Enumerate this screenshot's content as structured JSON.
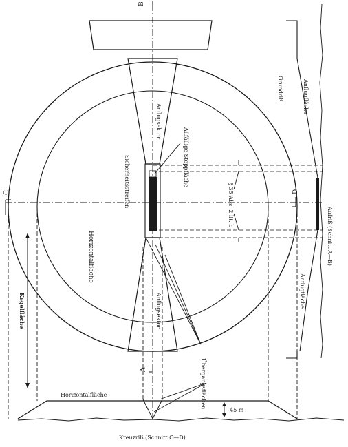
{
  "labels": {
    "grundriss": "Grundriß",
    "aufriss": "Aufriß (Schnitt A—B)",
    "kreuzriss": "Kreuzriß (Schnitt C—D)",
    "anflugsektor_top": "Anflugsektor",
    "anflugsektor_bottom": "Anflugsektor",
    "anflugflaeche_top": "Anflugfläche",
    "anflugflaeche_bottom": "Anflugfläche",
    "sicherheitsstreifen": "Sicherheitsstreifen",
    "stoppflaeche": "Allfällige Stoppfläche",
    "paragraph": "§ 35 Abs. 2 lit. b",
    "horizontalflaeche_plan": "Horizontalfläche",
    "horizontalflaeche_section": "Horizontalfläche",
    "kegelflaeche": "Kegelfläche",
    "uebergangsflaechen": "Übergangsflächen",
    "height": "45 m",
    "marker_a": "A",
    "marker_b": "B",
    "marker_c": "C",
    "marker_d": "D"
  },
  "colors": {
    "ink": "#1a1a1a",
    "runway": "#1a1a1a",
    "paper": "#ffffff"
  }
}
